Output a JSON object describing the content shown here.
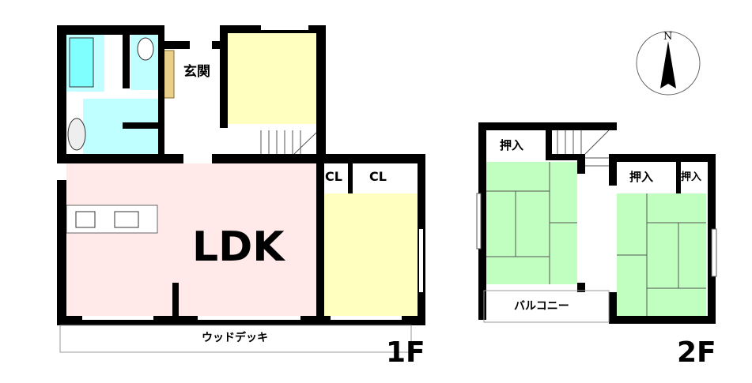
{
  "floor1": {
    "label": "1F",
    "rooms": {
      "entrance": "玄関",
      "ldk": "LDK",
      "closet1": "CL",
      "closet2": "CL"
    },
    "deck": "ウッドデッキ"
  },
  "floor2": {
    "label": "2F",
    "rooms": {
      "closet1": "押入",
      "closet2": "押入",
      "closet3": "押入"
    },
    "balcony": "バルコニー"
  },
  "compass": {
    "north": "N"
  },
  "colors": {
    "bedroom": "#ffffbf",
    "ldk": "#ffe9e9",
    "wet": "#bfffff",
    "tatami": "#c0ffc0"
  }
}
